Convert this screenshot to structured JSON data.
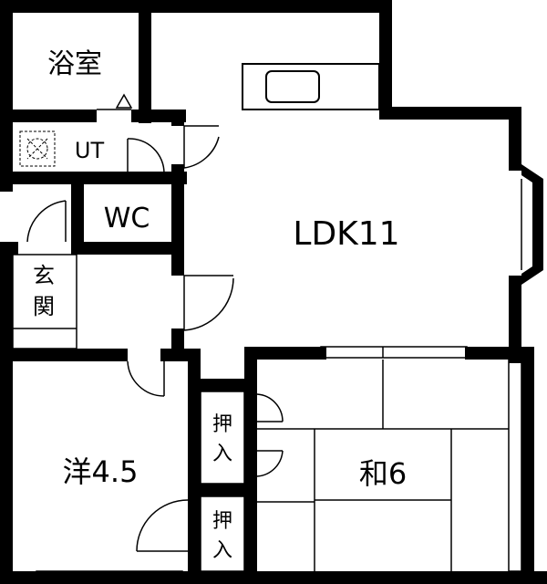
{
  "floorplan": {
    "rooms": {
      "bath": "浴室",
      "utility": "UT",
      "toilet": "WC",
      "ldk": "LDK11",
      "entrance_1": "玄",
      "entrance_2": "関",
      "western": "洋4.5",
      "japanese": "和6",
      "closet_a_1": "押",
      "closet_a_2": "入",
      "closet_b_1": "押",
      "closet_b_2": "入"
    },
    "colors": {
      "wall": "#000000",
      "background": "#ffffff"
    }
  }
}
